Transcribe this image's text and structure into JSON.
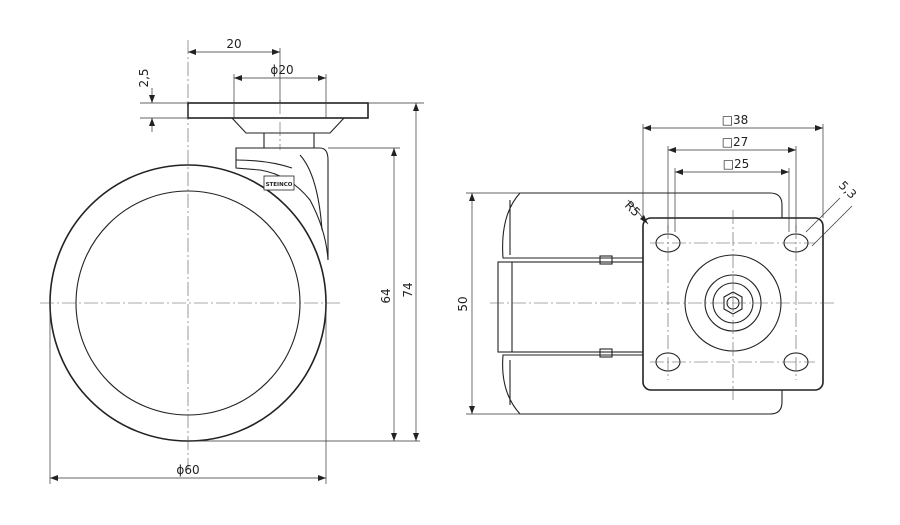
{
  "dimensions": {
    "top_width": "20",
    "top_diameter": "ϕ20",
    "plate_thickness": "2,5",
    "wheel_diameter": "ϕ60",
    "height_64": "64",
    "height_74": "74",
    "width_50": "50",
    "plate_38": "□38",
    "plate_27": "□27",
    "plate_25": "□25",
    "radius": "R5",
    "hole": "5,3"
  },
  "brand": "STEINCO"
}
